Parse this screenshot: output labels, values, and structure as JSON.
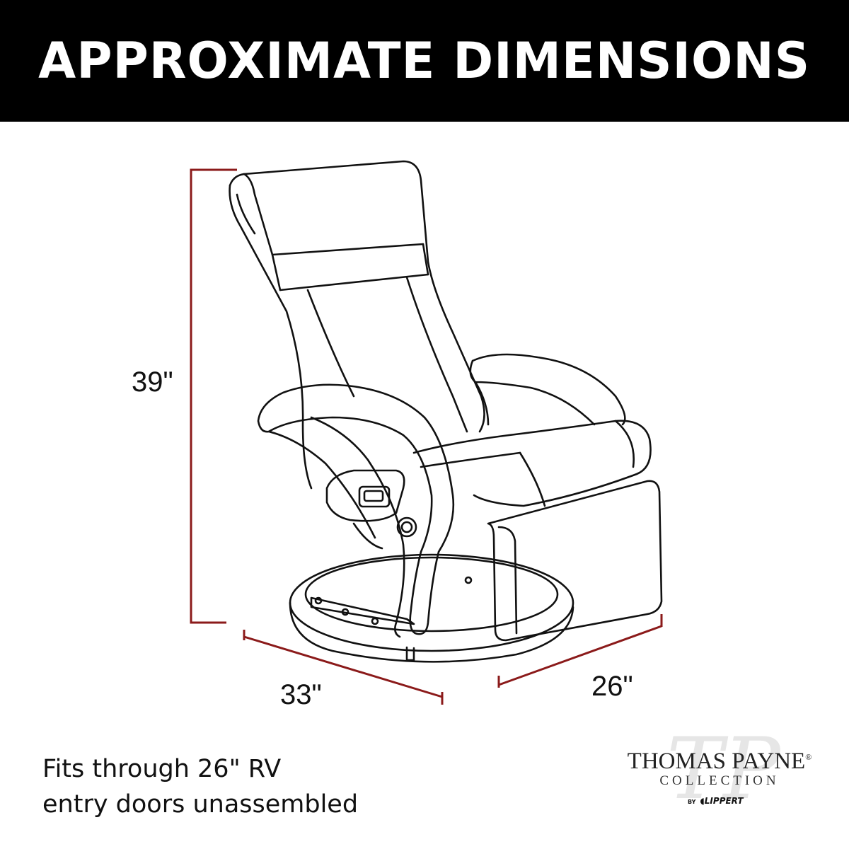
{
  "banner": {
    "title": "APPROXIMATE DIMENSIONS"
  },
  "dimensions": {
    "height": "39\"",
    "depth": "33\"",
    "width": "26\""
  },
  "caption": {
    "line1": "Fits through 26\" RV",
    "line2": "entry doors unassembled"
  },
  "brand": {
    "name": "THOMAS PAYNE",
    "trademark": "®",
    "sub": "COLLECTION",
    "by": "BY",
    "maker": "LIPPERT"
  },
  "colors": {
    "banner_bg": "#000000",
    "banner_text": "#ffffff",
    "dimension_line": "#8b1a1a",
    "drawing_line": "#111111"
  }
}
